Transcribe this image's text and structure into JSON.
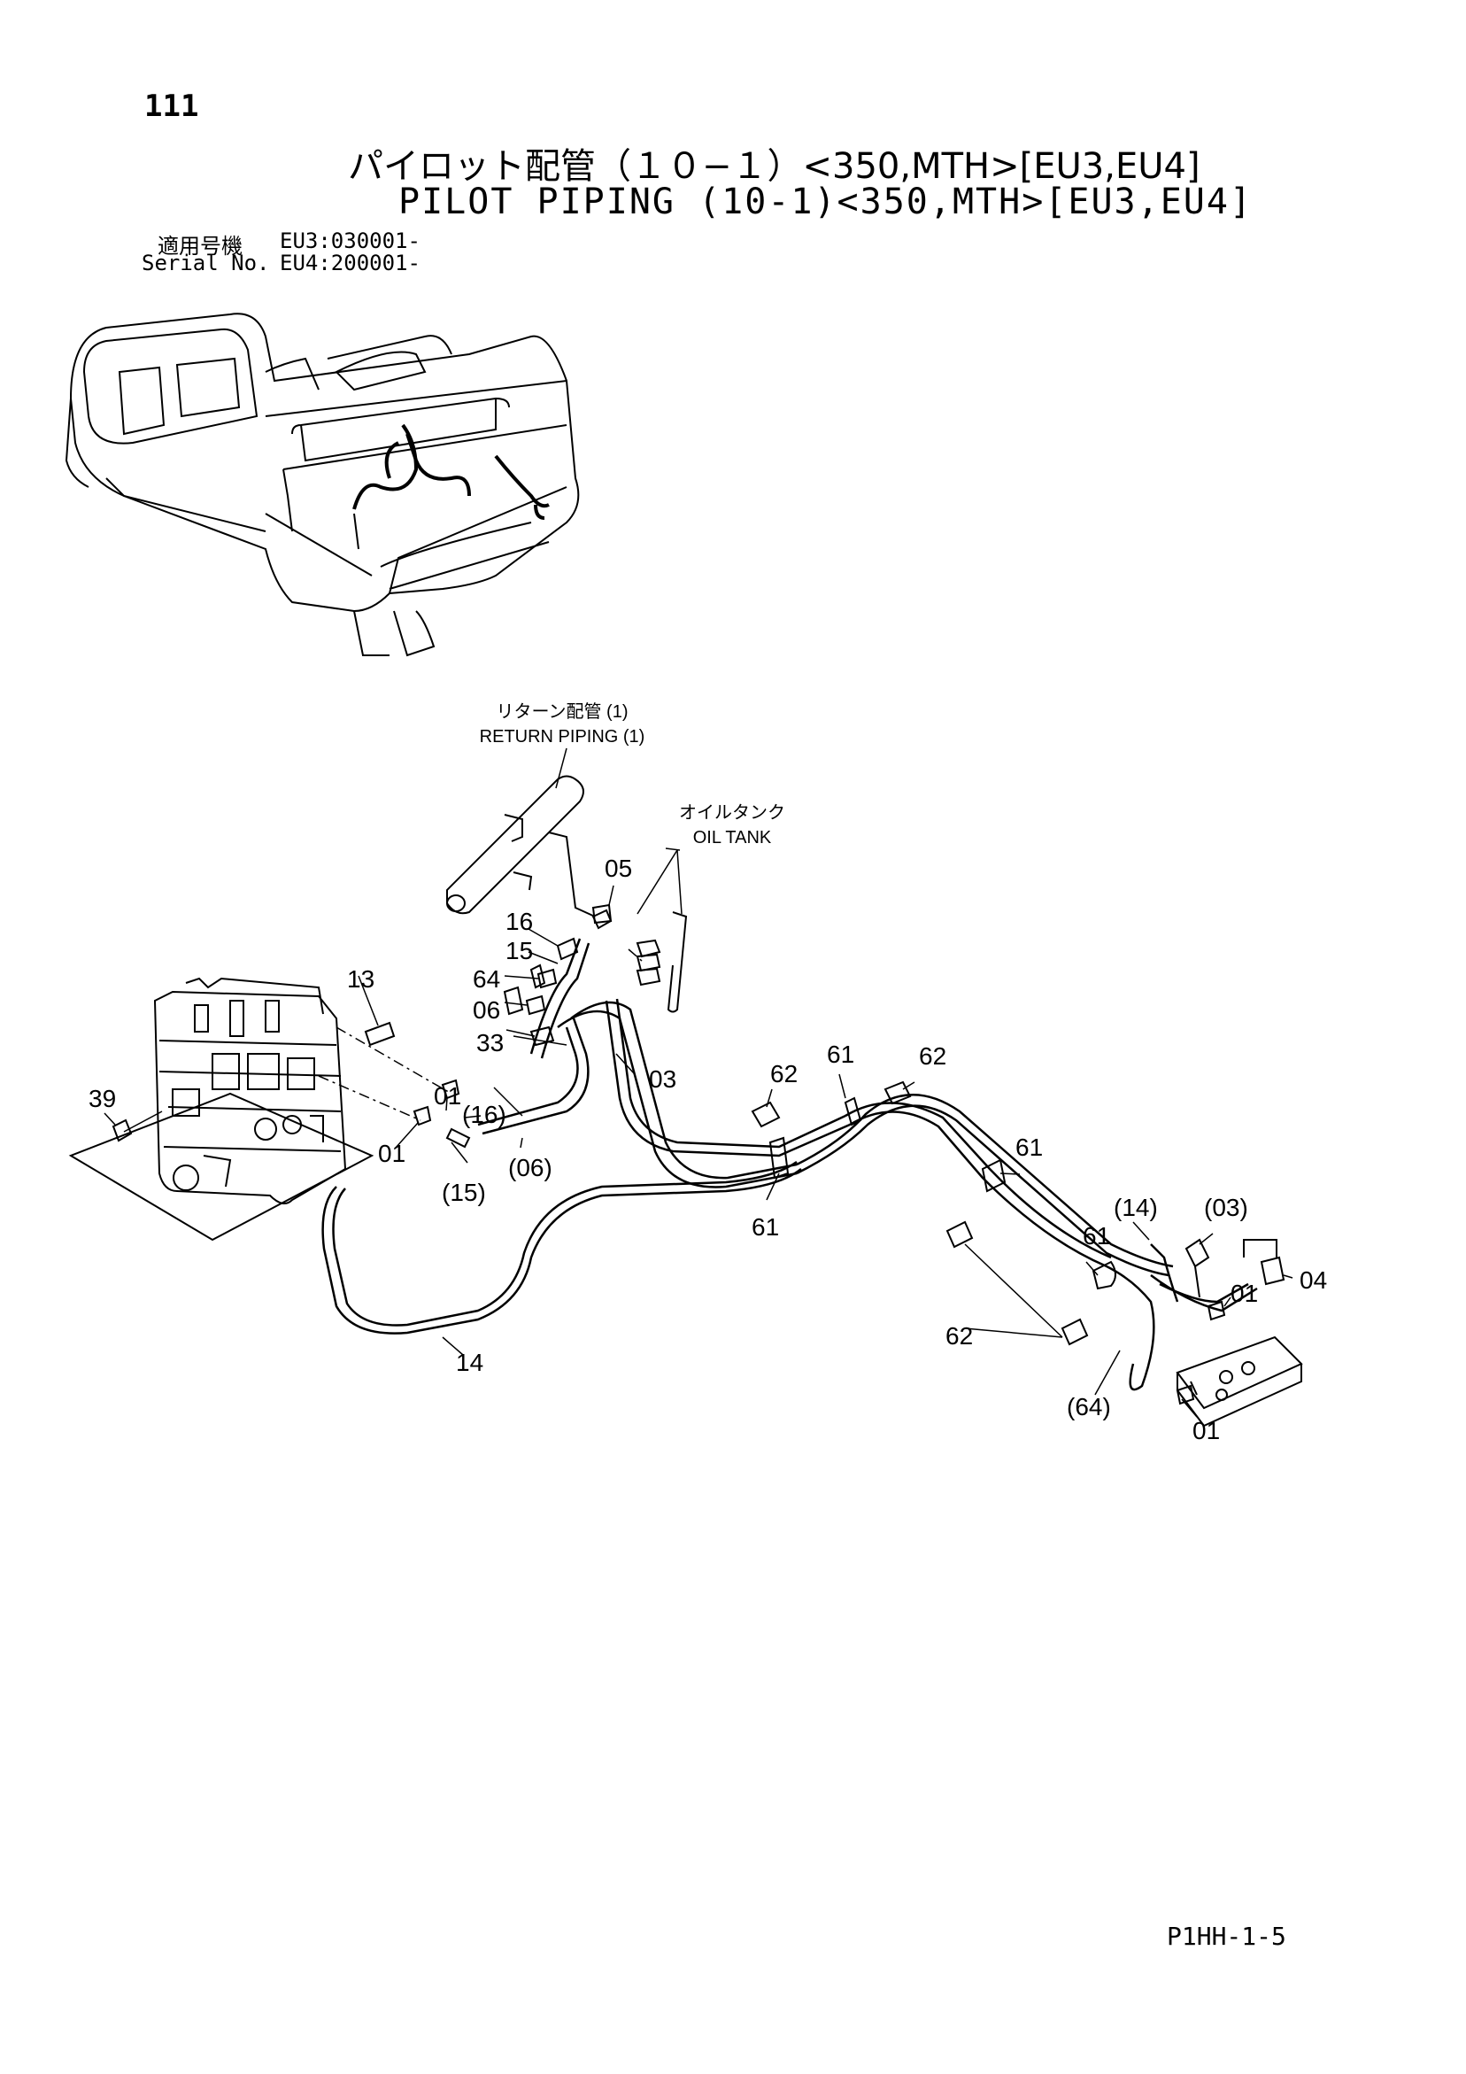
{
  "page": {
    "number": "111",
    "title_jp": "パイロット配管（１０−１）<350,MTH>[EU3,EU4]",
    "title_en": "PILOT PIPING (10-1)<350,MTH>[EU3,EU4]",
    "serial_label_jp": "適用号機",
    "serial_label_en": "Serial No.",
    "serial_eu3": "EU3:030001-",
    "serial_eu4": "EU4:200001-",
    "drawing_code": "P1HH-1-5"
  },
  "references": {
    "return_piping_jp": "リターン配管 (1)",
    "return_piping_en": "RETURN PIPING (1)",
    "oil_tank_jp": "オイルタンク",
    "oil_tank_en": "OIL TANK"
  },
  "callouts": {
    "c05": "05",
    "c16": "16",
    "c15": "15",
    "c64": "64",
    "c06": "06",
    "c33": "33",
    "c13": "13",
    "c01a": "01",
    "c16p": "(16)",
    "c39": "39",
    "c01b": "01",
    "c15p": "(15)",
    "c06p": "(06)",
    "c03": "03",
    "c62a": "62",
    "c61a": "61",
    "c62b": "62",
    "c61b": "61",
    "c61c": "61",
    "c14p": "(14)",
    "c03p": "(03)",
    "c61d": "61",
    "c04": "04",
    "c01c": "01",
    "c62c": "62",
    "c64p": "(64)",
    "c01d": "01",
    "c14": "14"
  }
}
